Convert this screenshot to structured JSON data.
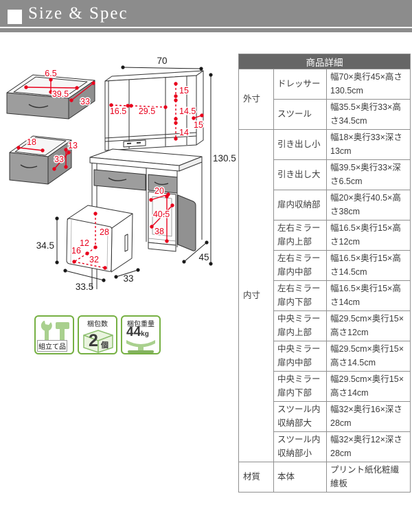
{
  "header": {
    "title": "Size & Spec"
  },
  "table": {
    "title": "商品詳細",
    "rows": [
      {
        "cat": "外寸",
        "label": "ドレッサー",
        "value": "幅70×奥行45×高さ130.5cm"
      },
      {
        "label": "スツール",
        "value": "幅35.5×奥行33×高さ34.5cm"
      },
      {
        "cat": "内寸",
        "label": "引き出し小",
        "value": "幅18×奥行33×深さ13cm"
      },
      {
        "label": "引き出し大",
        "value": "幅39.5×奥行33×深さ6.5cm"
      },
      {
        "label": "扉内収納部",
        "value": "幅20×奥行40.5×高さ38cm"
      },
      {
        "label": "左右ミラー扉内上部",
        "value": "幅16.5×奥行15×高さ12cm"
      },
      {
        "label": "左右ミラー扉内中部",
        "value": "幅16.5×奥行15×高さ14.5cm"
      },
      {
        "label": "左右ミラー扉内下部",
        "value": "幅16.5×奥行15×高さ14cm"
      },
      {
        "label": "中央ミラー扉内上部",
        "value": "幅29.5cm×奥行15×高さ12cm"
      },
      {
        "label": "中央ミラー扉内中部",
        "value": "幅29.5cm×奥行15×高さ14.5cm"
      },
      {
        "label": "中央ミラー扉内下部",
        "value": "幅29.5cm×奥行15×高さ14cm"
      },
      {
        "label": "スツール内収納部大",
        "value": "幅32×奥行16×深さ28cm"
      },
      {
        "label": "スツール内収納部小",
        "value": "幅32×奥行12×深さ28cm"
      },
      {
        "cat": "材質",
        "label": "本体",
        "value": "プリント紙化粧繊維板"
      }
    ]
  },
  "diagram": {
    "labels": {
      "width_total": "70",
      "height_total": "130.5",
      "depth_total": "45",
      "stool_height": "34.5",
      "stool_width": "33.5",
      "stool_depth": "33",
      "drawer1_height": "6.5",
      "drawer1_width": "39.5",
      "drawer1_depth": "33",
      "drawer2_width": "18",
      "drawer2_height": "13",
      "drawer2_depth": "33",
      "mirror_left_width": "16.5",
      "mirror_center_width": "29.5",
      "mirror_top_height": "15",
      "mirror_mid_height": "14.5",
      "mirror_low_height": "14",
      "mirror_depth": "15",
      "cabinet_width": "20",
      "cabinet_depth": "40.5",
      "cabinet_height": "38",
      "stool_inner_depth": "28",
      "stool_inner_12": "12",
      "stool_inner_16": "16",
      "stool_inner_32": "32"
    },
    "colors": {
      "dimension_red": "#e8001c",
      "dimension_black": "#222222",
      "panel_gray": "#9d9d9d"
    }
  },
  "badges": {
    "assembly": {
      "label": "組立て品"
    },
    "package_count": {
      "label": "梱包数",
      "count": "2",
      "unit": "個"
    },
    "package_weight": {
      "label": "梱包重量",
      "value": "44",
      "unit": "kg"
    },
    "accent_green": "#76b043"
  }
}
